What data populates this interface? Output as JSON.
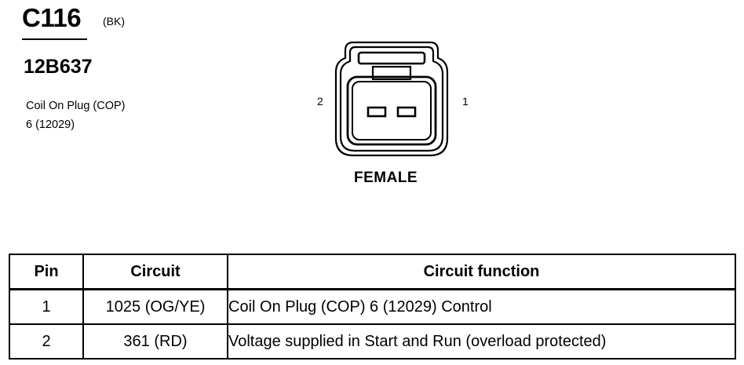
{
  "header": {
    "connector_id": "C116",
    "connector_color": "(BK)",
    "part_number": "12B637",
    "description_line1": "Coil On Plug (COP)",
    "description_line2": "6 (12029)"
  },
  "diagram": {
    "pin_label_left": "2",
    "pin_label_right": "1",
    "gender": "FEMALE"
  },
  "table": {
    "headers": {
      "pin": "Pin",
      "circuit": "Circuit",
      "function": "Circuit function"
    },
    "rows": [
      {
        "pin": "1",
        "circuit": "1025 (OG/YE)",
        "function": "Coil On Plug (COP) 6 (12029) Control"
      },
      {
        "pin": "2",
        "circuit": "361 (RD)",
        "function": "Voltage supplied in Start and Run (overload protected)"
      }
    ]
  }
}
